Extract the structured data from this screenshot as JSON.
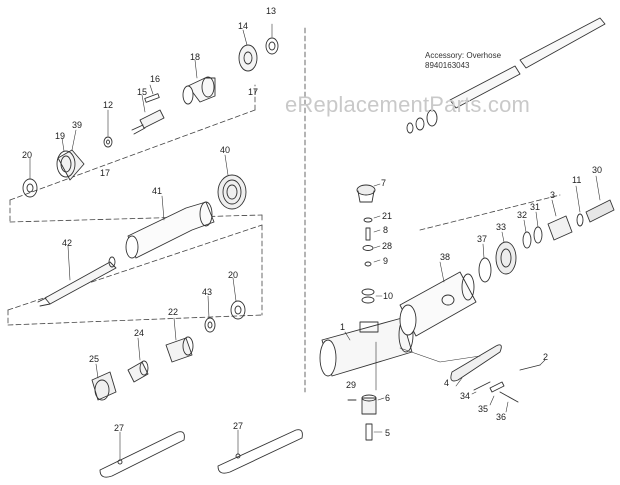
{
  "watermark": "eReplacementParts.com",
  "accessory": {
    "title": "Accessory: Overhose",
    "part_number": "8940163043"
  },
  "part_labels": {
    "p1": "1",
    "p2": "2",
    "p3": "3",
    "p4": "4",
    "p5": "5",
    "p6": "6",
    "p7": "7",
    "p8": "8",
    "p9": "9",
    "p10": "10",
    "p11": "11",
    "p12": "12",
    "p13": "13",
    "p14": "14",
    "p15": "15",
    "p16": "16",
    "p17a": "17",
    "p17b": "17",
    "p18": "18",
    "p19": "19",
    "p20a": "20",
    "p20b": "20",
    "p21": "21",
    "p22": "22",
    "p24": "24",
    "p25": "25",
    "p27a": "27",
    "p27b": "27",
    "p28": "28",
    "p29": "29",
    "p30": "30",
    "p31": "31",
    "p32": "32",
    "p33": "33",
    "p34": "34",
    "p35": "35",
    "p36": "36",
    "p37": "37",
    "p38": "38",
    "p39": "39",
    "p40": "40",
    "p41": "41",
    "p42": "42",
    "p43": "43"
  }
}
